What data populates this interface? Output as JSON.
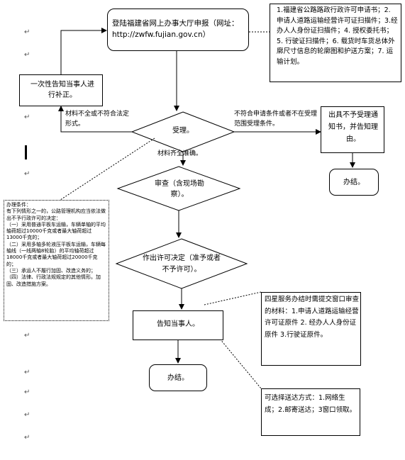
{
  "start": {
    "text": "登陆福建省网上办事大厅申报（网址：http://zwfw.fujian.gov.cn）"
  },
  "materials_box": {
    "text": "1.福建省公路路政行政许可申请书；2. 申请人道路运输经营许可证扫描件；3.经办人人身份证扫描件；4. 授权委托书；5. 行驶证扫描件；6. 载货时车货总体外廓尺寸信息的轮廓图和护送方案；7. 运输计划。"
  },
  "notify_correction": {
    "text": "一次性告知当事人进行补正。"
  },
  "accept": {
    "text": "受理。"
  },
  "label_incomplete": {
    "text": "材料不全或不符合法定形式。"
  },
  "label_not_in_scope": {
    "text": "不符合申请条件或者不在受理范围受理条件。"
  },
  "label_complete": {
    "text": "材料齐全准确。"
  },
  "reject_notice": {
    "text": "出具不予受理通知书，并告知理由。"
  },
  "done_top": {
    "text": "办结。"
  },
  "review": {
    "text": "审查（含现场勘察）。"
  },
  "conditions": {
    "text": "办理条件：\n有下列情形之一的，公路管理机构应当依法做出不予行政许可的决定：\n（一）采用普通平板车运输，车辆单轴的平均轴荷超过10000千克或者最大轴荷超过13000千克的；\n（二）采用多轴多轮液压平板车运输，车辆每轴线（一线两轴8轮胎）的平均轴荷超过18000千克或者最大轴荷超过20000千克的；\n（三）承运人不履行加固、改造义务的；\n（四）法律、行政法规规定的其他情形。加固、改造措施方案。"
  },
  "decision": {
    "text": "作出许可决定（准予或者不予许可）。"
  },
  "onsite_materials": {
    "text": "四星服务办结时需提交窗口审查的材料：1.申请人道路运输经营许可证原件 2. 经办人人身份证原件 3.行驶证原件。"
  },
  "notify_party": {
    "text": "告知当事人。"
  },
  "done_bottom": {
    "text": "办结。"
  },
  "delivery": {
    "text": "可选择送达方式：1.网络生成；2.邮寄送达；3窗口领取。"
  },
  "paragraph_mark": "↵"
}
